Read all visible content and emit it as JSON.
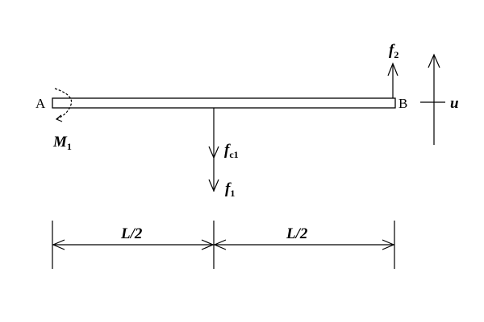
{
  "labels": {
    "end_a": "A",
    "end_b": "B",
    "moment": {
      "main": "M",
      "sub": "1"
    },
    "force_top": {
      "main": "f",
      "sub": "2"
    },
    "force_c1": {
      "main": "f",
      "sub": "c1"
    },
    "force_1": {
      "main": "f",
      "sub": "1"
    },
    "displacement": "u",
    "dim_left": "L/2",
    "dim_right": "L/2"
  }
}
